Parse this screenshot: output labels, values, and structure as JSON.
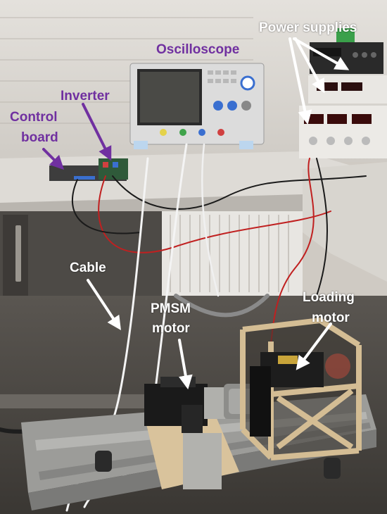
{
  "labels": {
    "oscilloscope": "Oscilloscope",
    "power_supplies": "Power supplies",
    "inverter": "Inverter",
    "control_board_line1": "Control",
    "control_board_line2": "board",
    "cable": "Cable",
    "pmsm_line1": "PMSM",
    "pmsm_line2": "motor",
    "loading_line1": "Loading",
    "loading_line2": "motor"
  },
  "colors": {
    "label_purple": "#7030a0",
    "label_white": "#ffffff",
    "arrow_white": "#ffffff",
    "arrow_purple": "#7030a0"
  }
}
